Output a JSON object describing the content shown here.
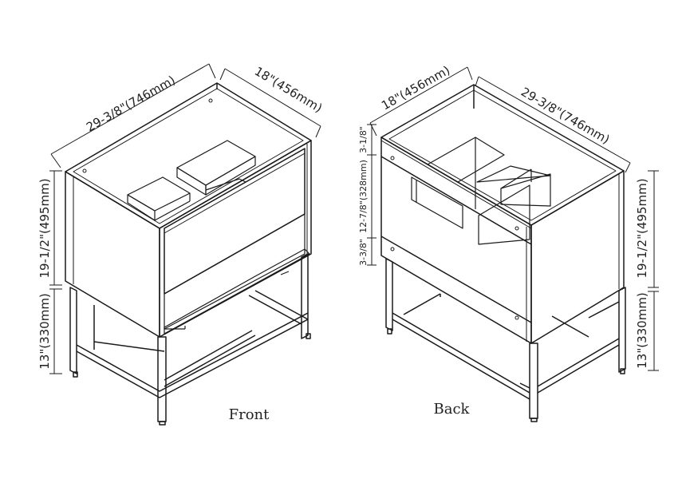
{
  "captions": {
    "front": "Front",
    "back": "Back"
  },
  "front_view": {
    "width_dim": "29-3/8\"(746mm)",
    "depth_dim": "18\"(456mm)",
    "cabinet_height_dim": "19-1/2\"(495mm)",
    "leg_height_dim": "13\"(330mm)"
  },
  "back_view": {
    "depth_dim": "18\"(456mm)",
    "width_dim": "29-3/8\"(746mm)",
    "cabinet_height_dim": "19-1/2\"(495mm)",
    "leg_height_dim": "13\"(330mm)",
    "top_rail_dim": "3-1/8\"",
    "opening_dim": "12-7/8\"(328mm)",
    "bottom_rail_dim": "3-3/8\""
  },
  "colors": {
    "line": "#1a1a1a",
    "background": "#ffffff"
  }
}
